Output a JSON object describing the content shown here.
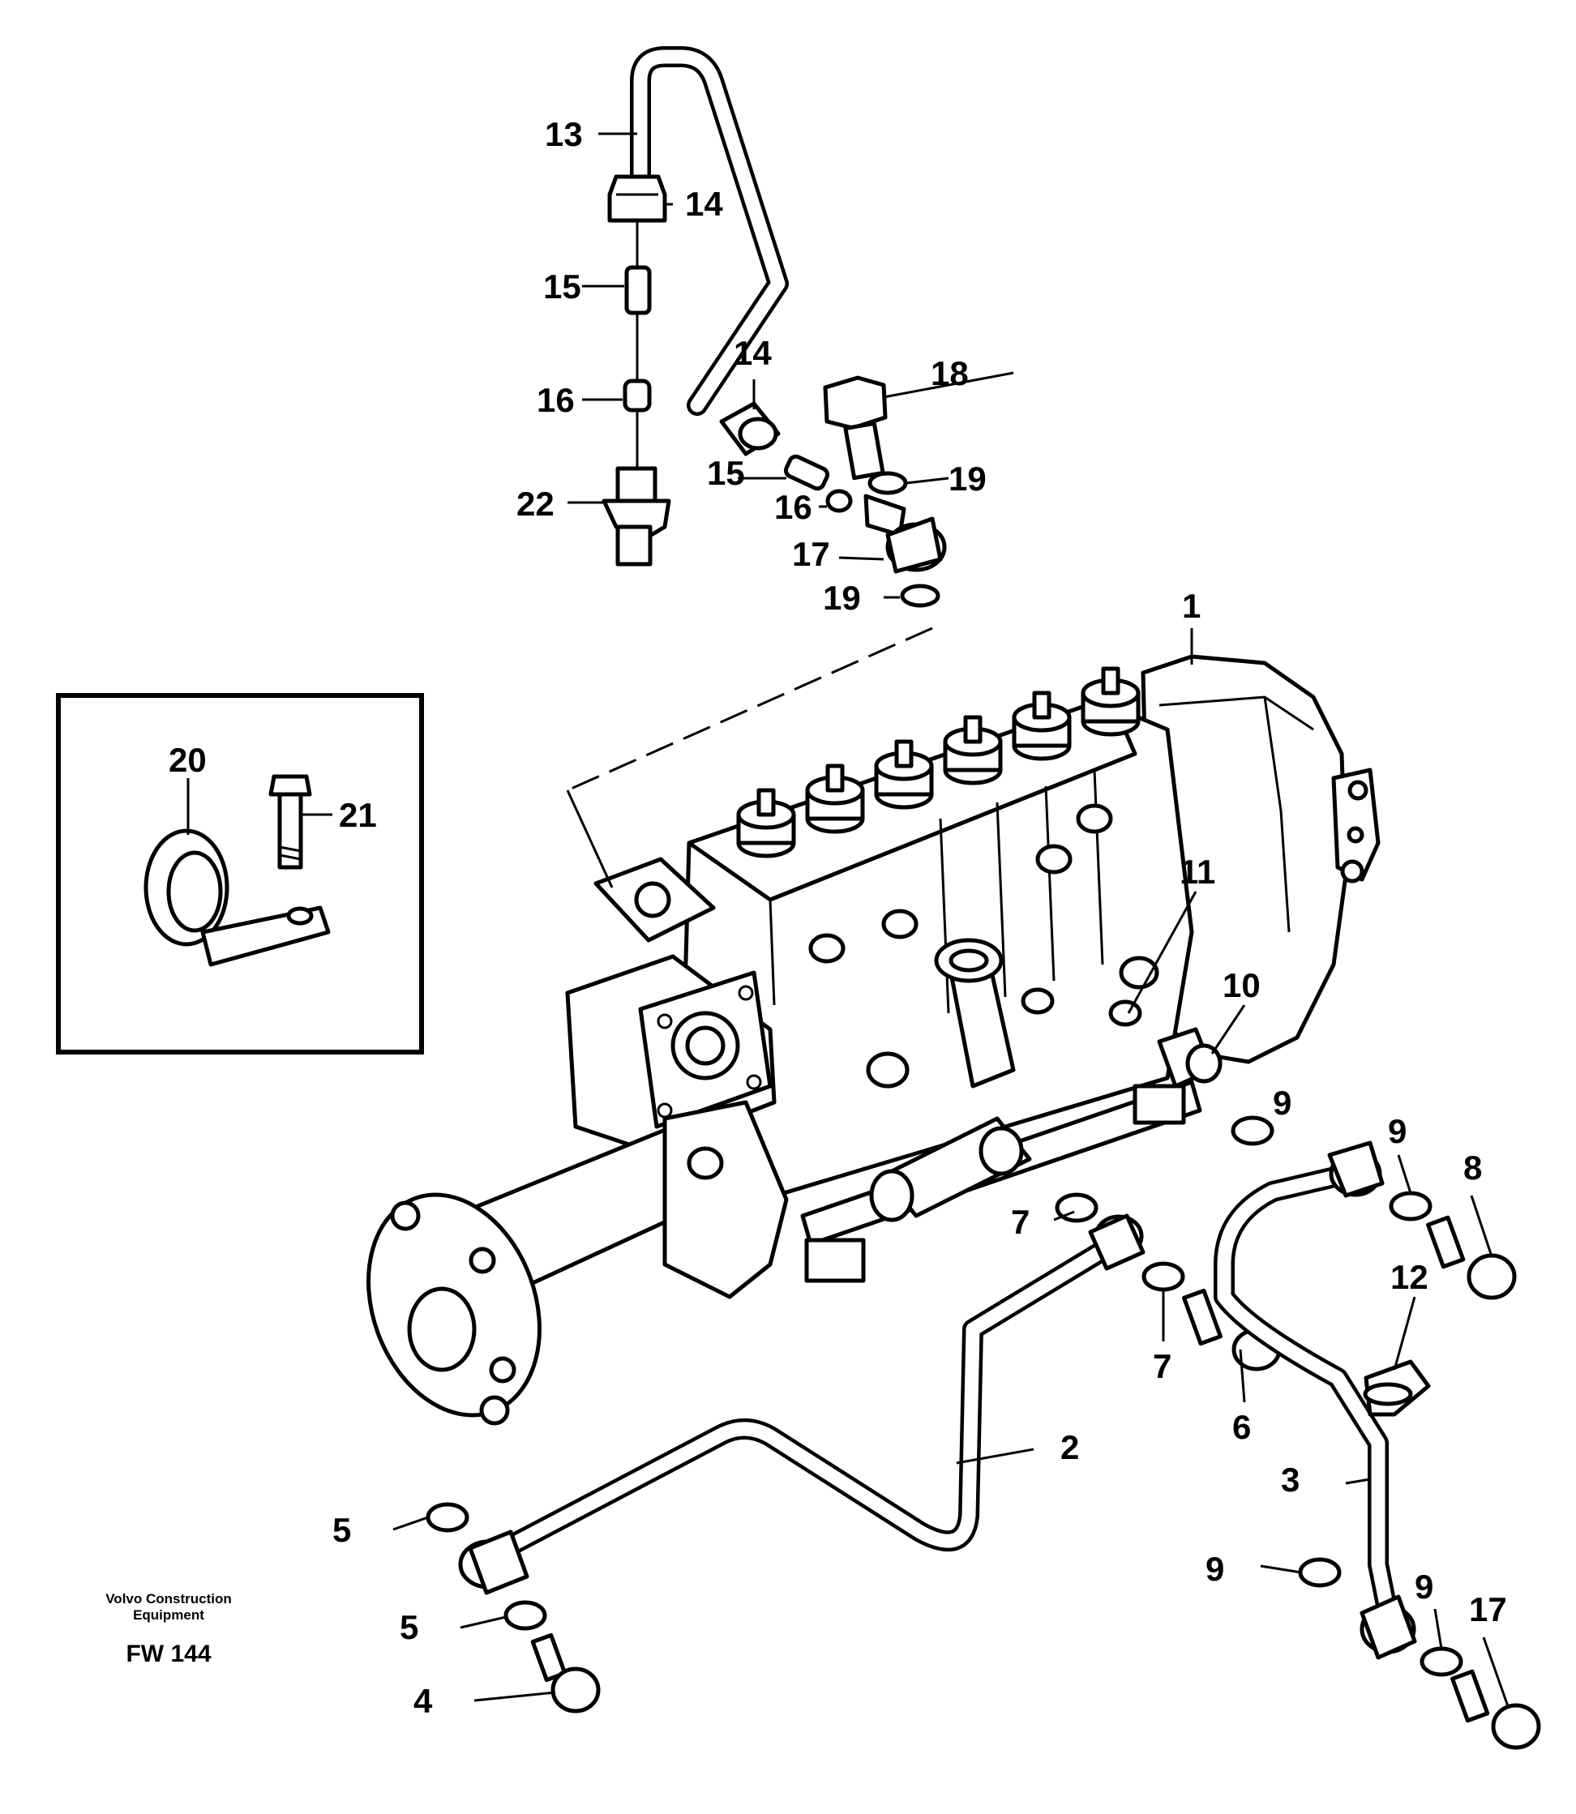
{
  "callouts": {
    "c1": "1",
    "c2": "2",
    "c3": "3",
    "c4": "4",
    "c5a": "5",
    "c5b": "5",
    "c6": "6",
    "c7a": "7",
    "c7b": "7",
    "c8": "8",
    "c9a": "9",
    "c9b": "9",
    "c9c": "9",
    "c9d": "9",
    "c10": "10",
    "c11": "11",
    "c12": "12",
    "c13": "13",
    "c14a": "14",
    "c14b": "14",
    "c15a": "15",
    "c15b": "15",
    "c16a": "16",
    "c16b": "16",
    "c17a": "17",
    "c17b": "17",
    "c18": "18",
    "c19a": "19",
    "c19b": "19",
    "c20": "20",
    "c21": "21",
    "c22": "22"
  },
  "footer": {
    "publisher_line1": "Volvo Construction",
    "publisher_line2": "Equipment",
    "figure_code": "FW 144"
  }
}
